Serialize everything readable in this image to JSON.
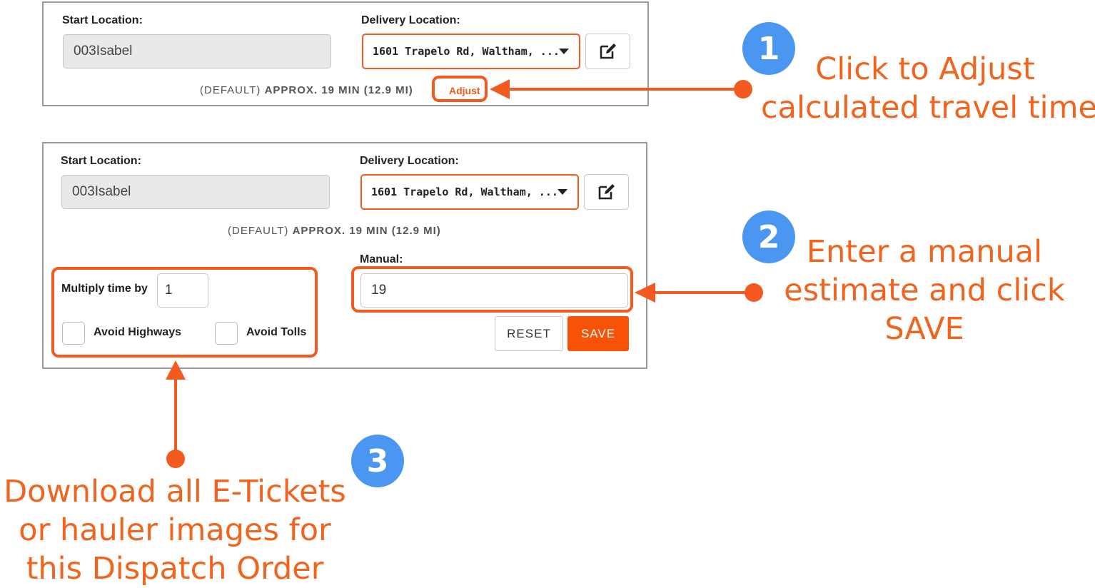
{
  "panel1": {
    "start_label": "Start Location:",
    "start_value": "003Isabel",
    "delivery_label": "Delivery Location:",
    "delivery_value": "1601 Trapelo Rd, Waltham, ...",
    "estimate_prefix": "(DEFAULT)",
    "estimate_text": "APPROX. 19 MIN (12.9 MI)",
    "adjust_label": "Adjust"
  },
  "panel2": {
    "start_label": "Start Location:",
    "start_value": "003Isabel",
    "delivery_label": "Delivery Location:",
    "delivery_value": "1601 Trapelo Rd, Waltham, ...",
    "estimate_prefix": "(DEFAULT)",
    "estimate_text": "APPROX. 19 MIN (12.9 MI)",
    "multiply_label": "Multiply time by",
    "multiply_value": "1",
    "avoid_highways_label": "Avoid Highways",
    "avoid_tolls_label": "Avoid Tolls",
    "manual_label": "Manual:",
    "manual_value": "19",
    "reset_label": "RESET",
    "save_label": "SAVE"
  },
  "annotations": {
    "step1_number": "1",
    "step1_line1": "Click to Adjust",
    "step1_line2": "calculated travel time",
    "step2_number": "2",
    "step2_line1": "Enter a manual",
    "step2_line2": "estimate and click",
    "step2_line3": "SAVE",
    "step3_number": "3",
    "step3_line1": "Download all E-Tickets",
    "step3_line2": "or hauler images for",
    "step3_line3": "this Dispatch Order"
  },
  "colors": {
    "accent": "#f25a1f",
    "badge": "#4a96f0",
    "save_button": "#f75208"
  },
  "icons": {
    "edit": "edit-icon",
    "dropdown": "caret-down-icon"
  }
}
